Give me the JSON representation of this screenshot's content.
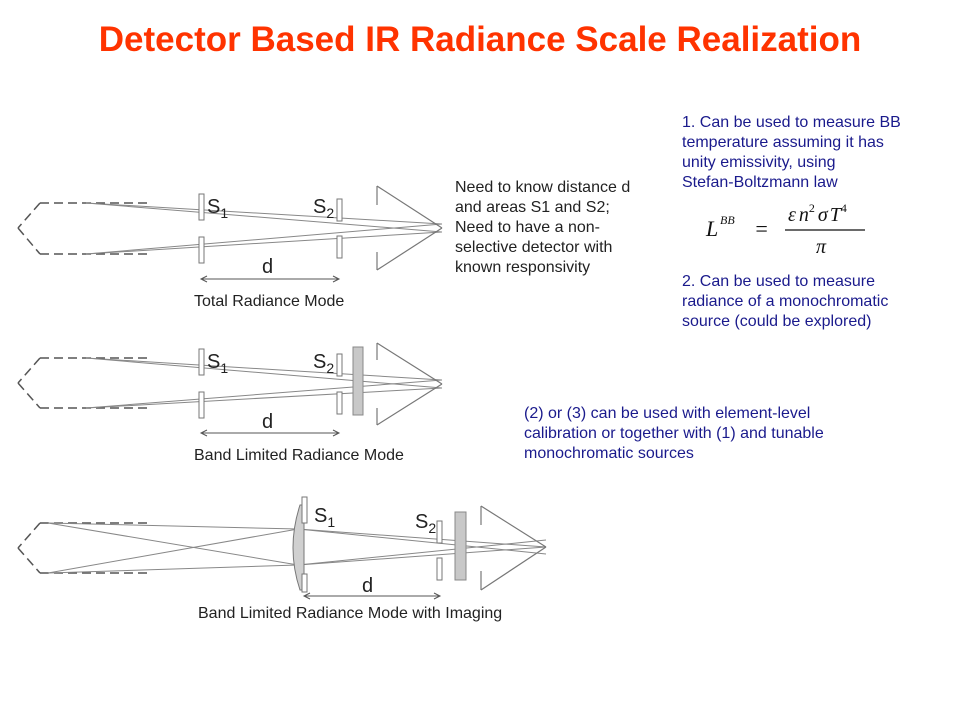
{
  "title": "Detector Based IR Radiance Scale Realization",
  "colors": {
    "title": "#ff3300",
    "note_text": "#1a1a8c",
    "line": "#888888",
    "filter": "#c8c8c8"
  },
  "diagrams": [
    {
      "caption": "Total Radiance Mode",
      "aperture1": "S1",
      "aperture2": "S2",
      "distance_label": "d",
      "note": [
        "Need to know distance d",
        "and areas S1 and S2;",
        "Need to have  a non-",
        "selective detector with",
        "known responsivity"
      ]
    },
    {
      "caption": "Band Limited Radiance Mode",
      "aperture1": "S1",
      "aperture2": "S2",
      "distance_label": "d"
    },
    {
      "caption": "Band Limited Radiance Mode with Imaging",
      "aperture1": "S1",
      "aperture2": "S2",
      "distance_label": "d"
    }
  ],
  "notes": {
    "bb_temperature": [
      "1. Can be used to measure BB",
      "temperature assuming it has",
      "unity emissivity, using",
      "Stefan-Boltzmann law"
    ],
    "monochromatic": [
      "2. Can be used to measure",
      "radiance of a monochromatic",
      "source (could be explored)"
    ],
    "calibration": [
      "(2) or (3) can be used with element-level",
      "calibration or together with (1) and tunable",
      "monochromatic sources"
    ]
  },
  "formula": {
    "lhs": "L",
    "lhs_sup": "BB",
    "equals": "=",
    "numerator": [
      "ε",
      "n",
      "2",
      "σ",
      "T",
      "4"
    ],
    "denominator": "π"
  }
}
